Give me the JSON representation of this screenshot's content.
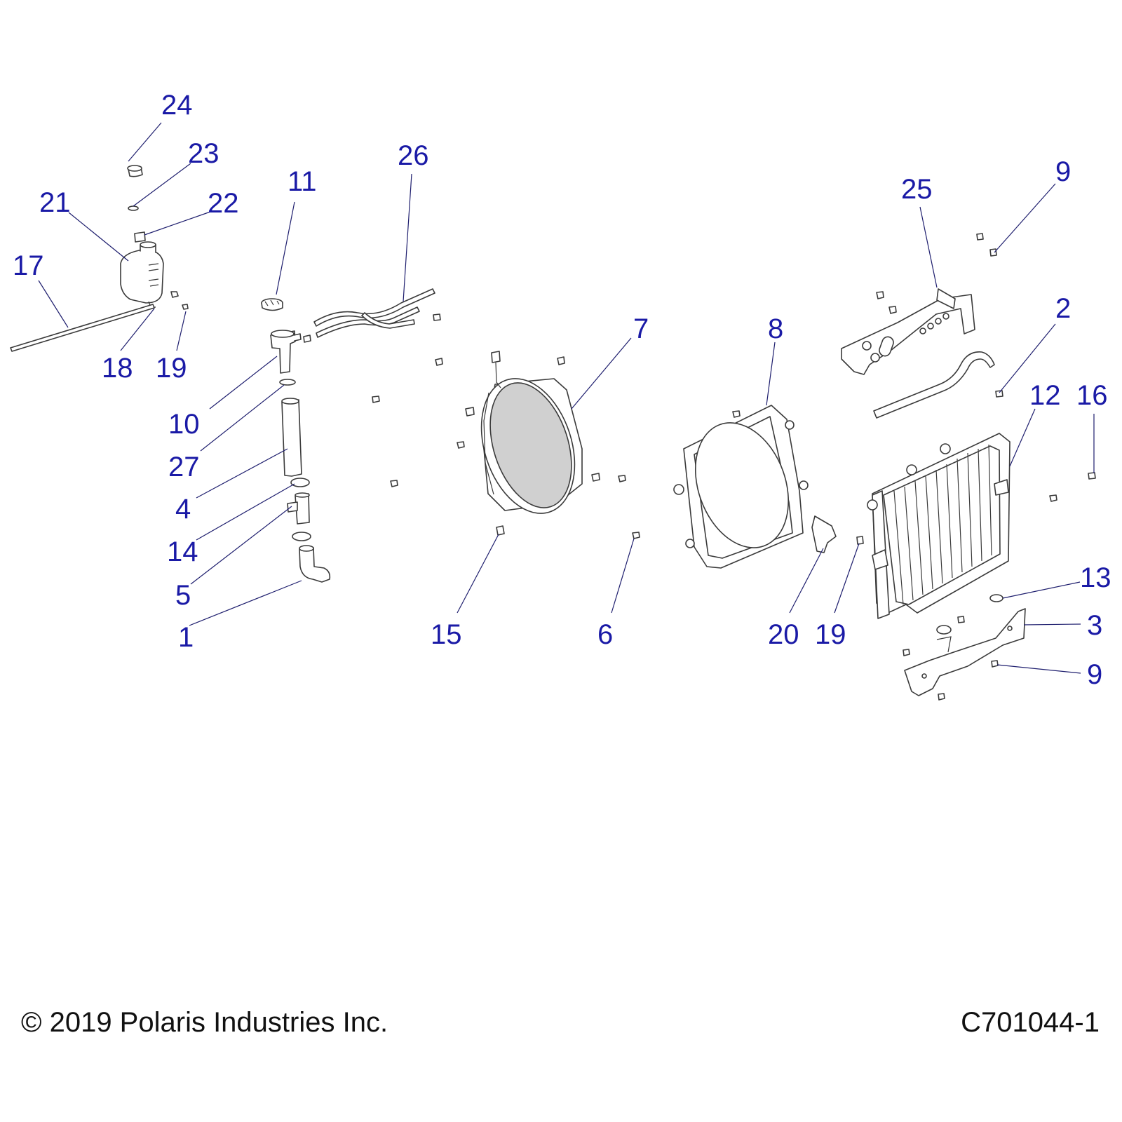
{
  "callouts": [
    {
      "id": "c24",
      "label": "24"
    },
    {
      "id": "c23",
      "label": "23"
    },
    {
      "id": "c21",
      "label": "21"
    },
    {
      "id": "c22",
      "label": "22"
    },
    {
      "id": "c17",
      "label": "17"
    },
    {
      "id": "c18",
      "label": "18"
    },
    {
      "id": "c19a",
      "label": "19"
    },
    {
      "id": "c11",
      "label": "11"
    },
    {
      "id": "c26",
      "label": "26"
    },
    {
      "id": "c10",
      "label": "10"
    },
    {
      "id": "c27",
      "label": "27"
    },
    {
      "id": "c4",
      "label": "4"
    },
    {
      "id": "c14",
      "label": "14"
    },
    {
      "id": "c5",
      "label": "5"
    },
    {
      "id": "c1",
      "label": "1"
    },
    {
      "id": "c7",
      "label": "7"
    },
    {
      "id": "c15",
      "label": "15"
    },
    {
      "id": "c6",
      "label": "6"
    },
    {
      "id": "c8",
      "label": "8"
    },
    {
      "id": "c20",
      "label": "20"
    },
    {
      "id": "c19b",
      "label": "19"
    },
    {
      "id": "c25",
      "label": "25"
    },
    {
      "id": "c9a",
      "label": "9"
    },
    {
      "id": "c2",
      "label": "2"
    },
    {
      "id": "c12",
      "label": "12"
    },
    {
      "id": "c16",
      "label": "16"
    },
    {
      "id": "c13",
      "label": "13"
    },
    {
      "id": "c3",
      "label": "3"
    },
    {
      "id": "c9b",
      "label": "9"
    }
  ],
  "footer": {
    "copyright": "© 2019 Polaris Industries Inc.",
    "drawing_number": "C701044-1"
  },
  "colors": {
    "callout_text": "#1a1aa6",
    "leader_line": "#1e1e6e",
    "part_outline": "#3a3a3a",
    "fan_fill": "#d0d0d0"
  }
}
